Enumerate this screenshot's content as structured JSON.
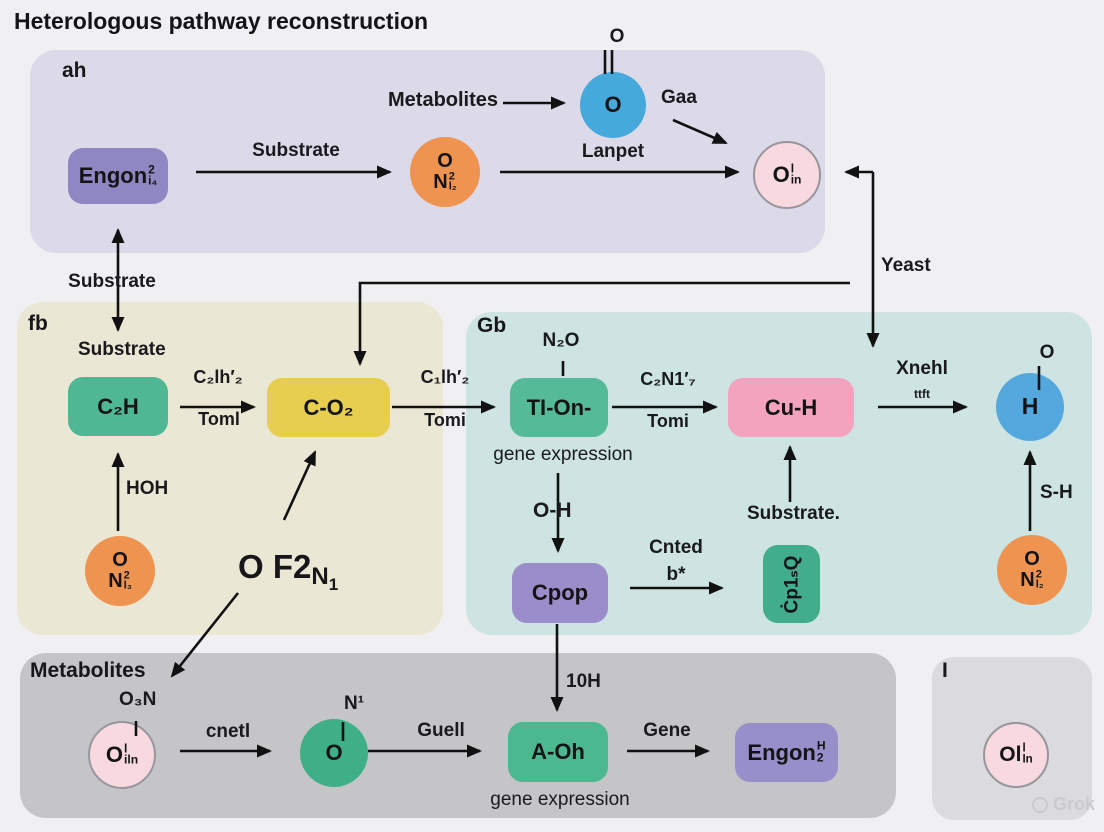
{
  "title": "Heterologous pathway reconstruction",
  "watermark": "Grok",
  "ah": {
    "label": "ah",
    "engon": {
      "main": "Engon",
      "sup": "2",
      "sub": "i₄"
    },
    "substrate": "Substrate",
    "orange": {
      "line1": "O",
      "main": "N",
      "sup": "2",
      "sub": "l₂"
    },
    "metabolites": "Metabolites",
    "blue_o": "O",
    "blue_bond_o": "O",
    "gaa": "Gaa",
    "lanpet": "Lanpet",
    "pink": {
      "main": "O",
      "sup": "l",
      "sub": "in"
    }
  },
  "gap": {
    "substrate": "Substrate",
    "yeast": "Yeast"
  },
  "fb": {
    "label": "fb",
    "substrate": "Substrate",
    "c2h": "C₂H",
    "frac1": {
      "top": "C₂lh′₂",
      "bottom": "Toml"
    },
    "co2": "C-O₂",
    "frac2": {
      "top": "C₁lh′₂",
      "bottom": "Tomi"
    },
    "hoh": "HOH",
    "big": {
      "p1": "O F2",
      "p2": "N",
      "p3": "1"
    },
    "orange": {
      "line1": "O",
      "main": "N",
      "sup": "2",
      "sub": "l₃"
    }
  },
  "gb": {
    "label": "Gb",
    "n2o": "N₂O",
    "tion": "TI-On-",
    "gene_expression": "gene expression",
    "frac3": {
      "top": "C₂N1′₇",
      "bottom": "Tomi"
    },
    "cuh": "Cu-H",
    "xnehl": {
      "top": "Xnehl",
      "bottom": "ttft"
    },
    "h": "H",
    "h_bond_o": "O",
    "sh": "S-H",
    "oh": "O-H",
    "cpop": "Cpop",
    "cnted": {
      "top": "Cnted",
      "bottom": "b*"
    },
    "rot": "Ċp1ₛQ",
    "substrate": "Substrate.",
    "orange": {
      "line1": "O",
      "main": "N",
      "sup": "2",
      "sub": "l₂"
    }
  },
  "met": {
    "label": "Metabolites",
    "o3n": "O₃N",
    "pink": {
      "main": "O",
      "sup": "l",
      "sub": "iln"
    },
    "cnetl": "cnetl",
    "green_o": "O",
    "n1": "N¹",
    "guell": "Guell",
    "aoh": "A-Oh",
    "gene_expression": "gene expression",
    "tenh": "10H",
    "gene": "Gene",
    "engon2": {
      "main": "Engon",
      "sup": "H",
      "sub": "2"
    }
  },
  "ipanel": {
    "label": "I",
    "pink": {
      "main": "Ol",
      "sup": "l",
      "sub": "In"
    }
  },
  "colors": {
    "bg": "#f0eff1",
    "panel_ah": "#dcdae8",
    "panel_fb": "#eae7d5",
    "panel_gb": "#cde4e2",
    "panel_met": "#c5c4c7",
    "panel_i": "#dbdadc",
    "purple": "#8f87c1",
    "green": "#4fb794",
    "yellow": "#e7ce4e",
    "pink_box": "#f3a3be",
    "orange": "#ef9350",
    "blue": "#45a9db",
    "pink_circle": "#f8d9df",
    "arrow": "#111111"
  }
}
